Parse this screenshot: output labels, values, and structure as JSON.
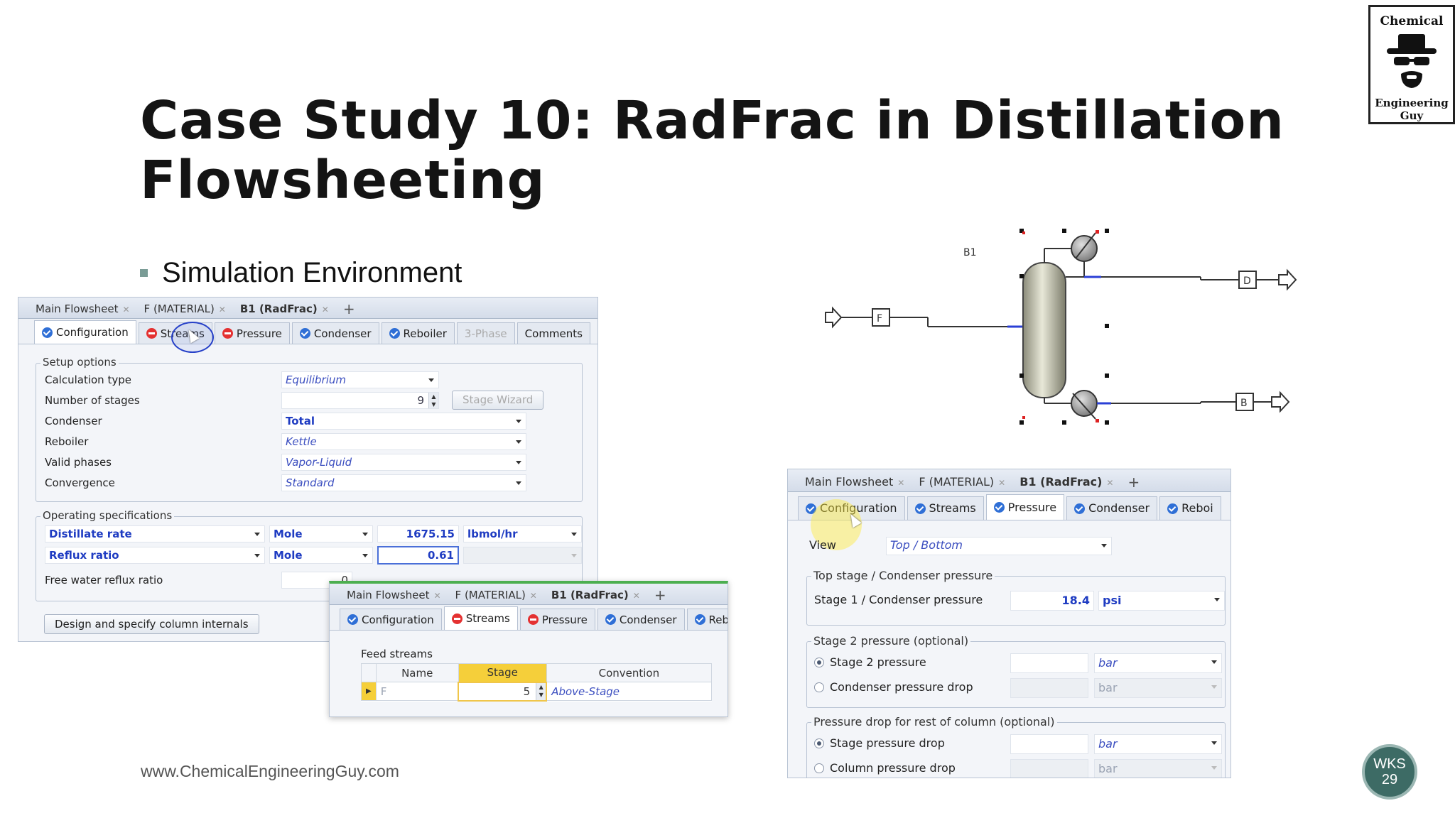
{
  "slide": {
    "title": "Case Study 10: RadFrac in Distillation Flowsheeting",
    "bullet": "Simulation Environment",
    "footer_url": "www.ChemicalEngineeringGuy.com",
    "page_badge": {
      "line1": "WKS",
      "line2": "29"
    },
    "logo": {
      "top_text": "Chemical",
      "bottom_text": "Engineering Guy"
    }
  },
  "doc_tabs": [
    "Main Flowsheet",
    "F (MATERIAL)",
    "B1 (RadFrac)"
  ],
  "config_window": {
    "form_tabs": [
      {
        "label": "Configuration",
        "status": "ok"
      },
      {
        "label": "Streams",
        "status": "error"
      },
      {
        "label": "Pressure",
        "status": "error"
      },
      {
        "label": "Condenser",
        "status": "ok"
      },
      {
        "label": "Reboiler",
        "status": "ok"
      },
      {
        "label": "3-Phase",
        "status": "disabled"
      },
      {
        "label": "Comments",
        "status": "none"
      }
    ],
    "setup": {
      "title": "Setup options",
      "rows": [
        {
          "label": "Calculation type",
          "value": "Equilibrium"
        },
        {
          "label": "Number of stages",
          "value": "9"
        },
        {
          "label": "Condenser",
          "value": "Total"
        },
        {
          "label": "Reboiler",
          "value": "Kettle"
        },
        {
          "label": "Valid phases",
          "value": "Vapor-Liquid"
        },
        {
          "label": "Convergence",
          "value": "Standard"
        }
      ],
      "stage_wizard": "Stage Wizard"
    },
    "operating": {
      "title": "Operating specifications",
      "spec1": {
        "name": "Distillate rate",
        "basis": "Mole",
        "value": "1675.15",
        "units": "lbmol/hr"
      },
      "spec2": {
        "name": "Reflux ratio",
        "basis": "Mole",
        "value": "0.61"
      },
      "free_water": "Free water reflux ratio",
      "free_water_partial": "0"
    },
    "design_button": "Design and specify column internals"
  },
  "streams_window": {
    "form_tabs": [
      {
        "label": "Configuration",
        "status": "ok"
      },
      {
        "label": "Streams",
        "status": "error"
      },
      {
        "label": "Pressure",
        "status": "error"
      },
      {
        "label": "Condenser",
        "status": "ok"
      },
      {
        "label": "Reboil",
        "status": "ok"
      }
    ],
    "feed_title": "Feed streams",
    "columns": [
      "Name",
      "Stage",
      "Convention"
    ],
    "row": {
      "name": "F",
      "stage": "5",
      "convention": "Above-Stage"
    }
  },
  "pressure_window": {
    "doc_tabs": [
      "Main Flowsheet",
      "F (MATERIAL)",
      "B1 (RadFrac)"
    ],
    "form_tabs": [
      {
        "label": "Configuration",
        "status": "ok"
      },
      {
        "label": "Streams",
        "status": "ok"
      },
      {
        "label": "Pressure",
        "status": "ok"
      },
      {
        "label": "Condenser",
        "status": "ok"
      },
      {
        "label": "Reboi",
        "status": "ok"
      }
    ],
    "view_label": "View",
    "view_value": "Top / Bottom",
    "top_group": "Top stage / Condenser pressure",
    "stage1_label": "Stage 1 / Condenser pressure",
    "stage1_value": "18.4",
    "stage1_units": "psi",
    "stage2_group": "Stage 2 pressure (optional)",
    "stage2_opt1": "Stage 2 pressure",
    "stage2_opt2": "Condenser pressure drop",
    "stage2_units": "bar",
    "stage2_units_dis": "bar",
    "rest_group": "Pressure drop for rest of column (optional)",
    "rest_opt1": "Stage pressure drop",
    "rest_opt2": "Column pressure drop",
    "rest_units": "bar",
    "rest_units_dis": "bar"
  },
  "flowsheet": {
    "block_label": "B1",
    "feed": "F",
    "distillate": "D",
    "bottoms": "B"
  }
}
